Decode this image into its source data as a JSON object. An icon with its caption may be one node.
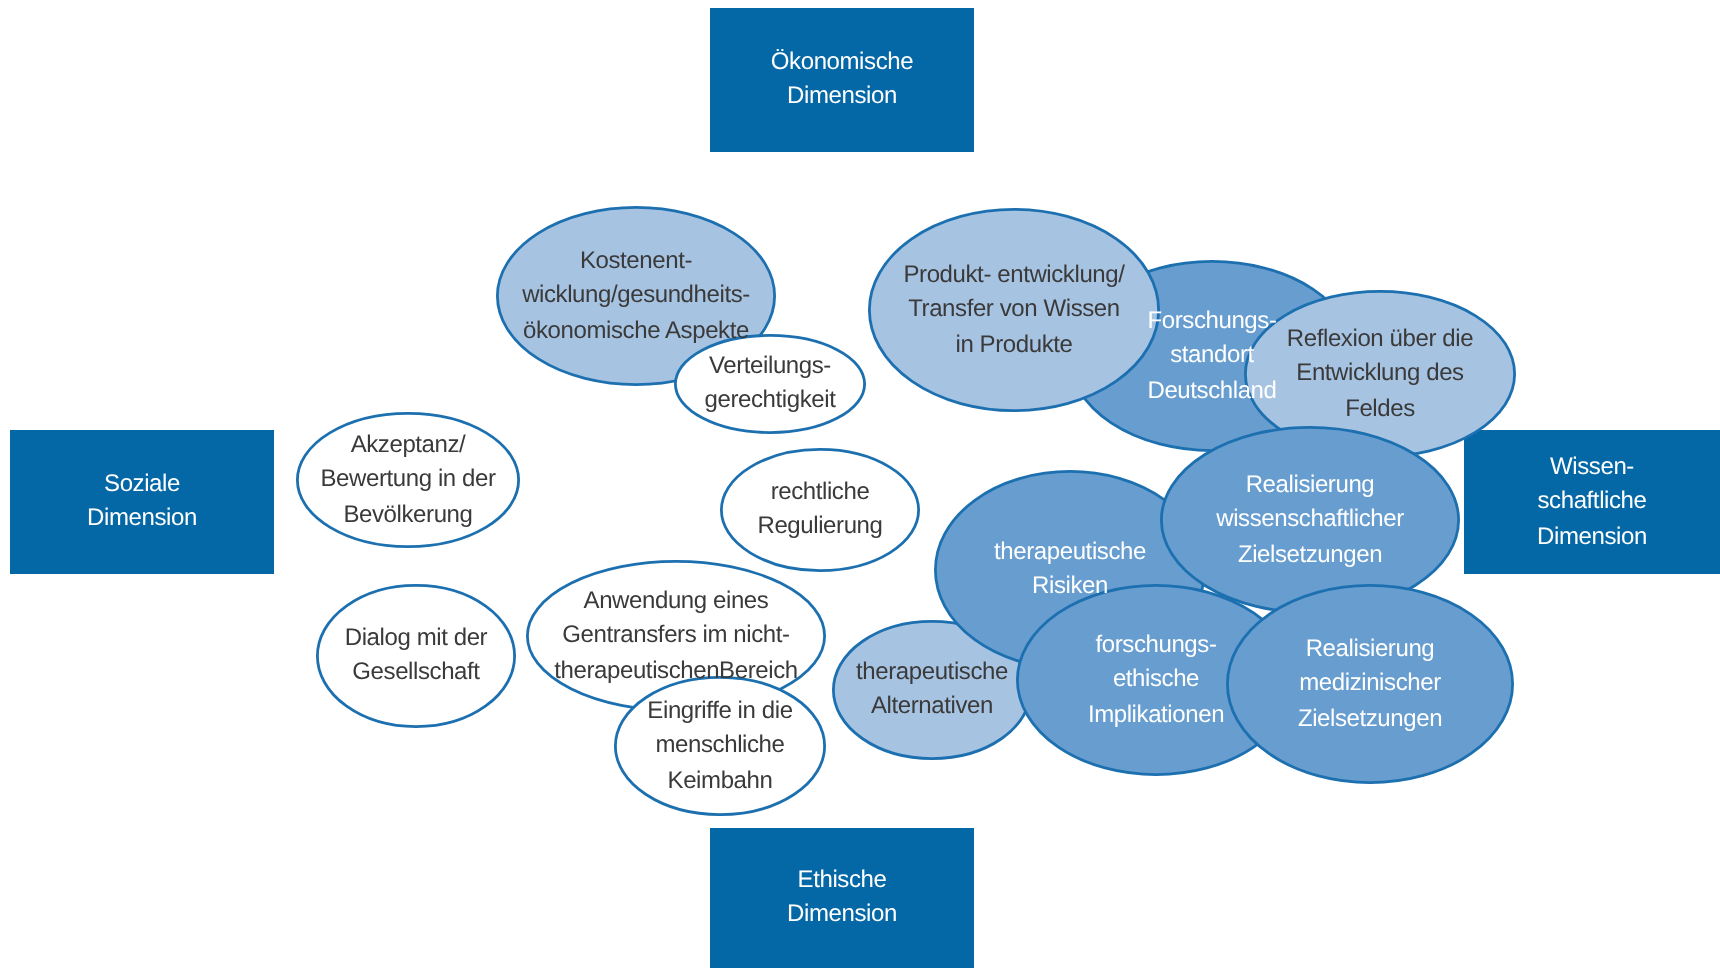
{
  "diagram": {
    "nodes": [
      {
        "text": [
          "Ökonomische Dimension"
        ]
      },
      {
        "text": [
          "Soziale Dimension"
        ]
      },
      {
        "text": [
          "Wissen- schaftliche Dimension"
        ]
      },
      {
        "text": [
          "Ethische Dimension"
        ]
      },
      {
        "text": [
          "Kostenent- wicklung/gesundheits- ökonomische Aspekte"
        ]
      },
      {
        "text": [
          "Verteilungs- gerechtigkeit"
        ]
      },
      {
        "text": [
          "Produkt- entwicklung/ Transfer von Wissen in Produkte"
        ]
      },
      {
        "text": [
          "Forschungs- standort Deutschland"
        ]
      },
      {
        "text": [
          "Reflexion über die Entwicklung des Feldes"
        ]
      },
      {
        "text": [
          "Akzeptanz/ Bewertung in der Bevölkerung"
        ]
      },
      {
        "text": [
          "rechtliche Regulierung"
        ]
      },
      {
        "text": [
          "Realisierung wissenschaftlicher Zielsetzungen"
        ]
      },
      {
        "text": [
          "therapeutische Risiken"
        ]
      },
      {
        "text": [
          "Dialog mit der Gesellschaft"
        ]
      },
      {
        "text": [
          "Anwendung eines Gentransfers im nicht- therapeutischenBereich"
        ]
      },
      {
        "text": [
          "therapeutische Alternativen"
        ]
      },
      {
        "text": [
          "Eingriffe in die menschliche Keimbahn"
        ]
      },
      {
        "text": [
          "forschungs- ethische Implikationen"
        ]
      },
      {
        "text": [
          "Realisierung medizinischer Zielsetzungen"
        ]
      }
    ]
  }
}
